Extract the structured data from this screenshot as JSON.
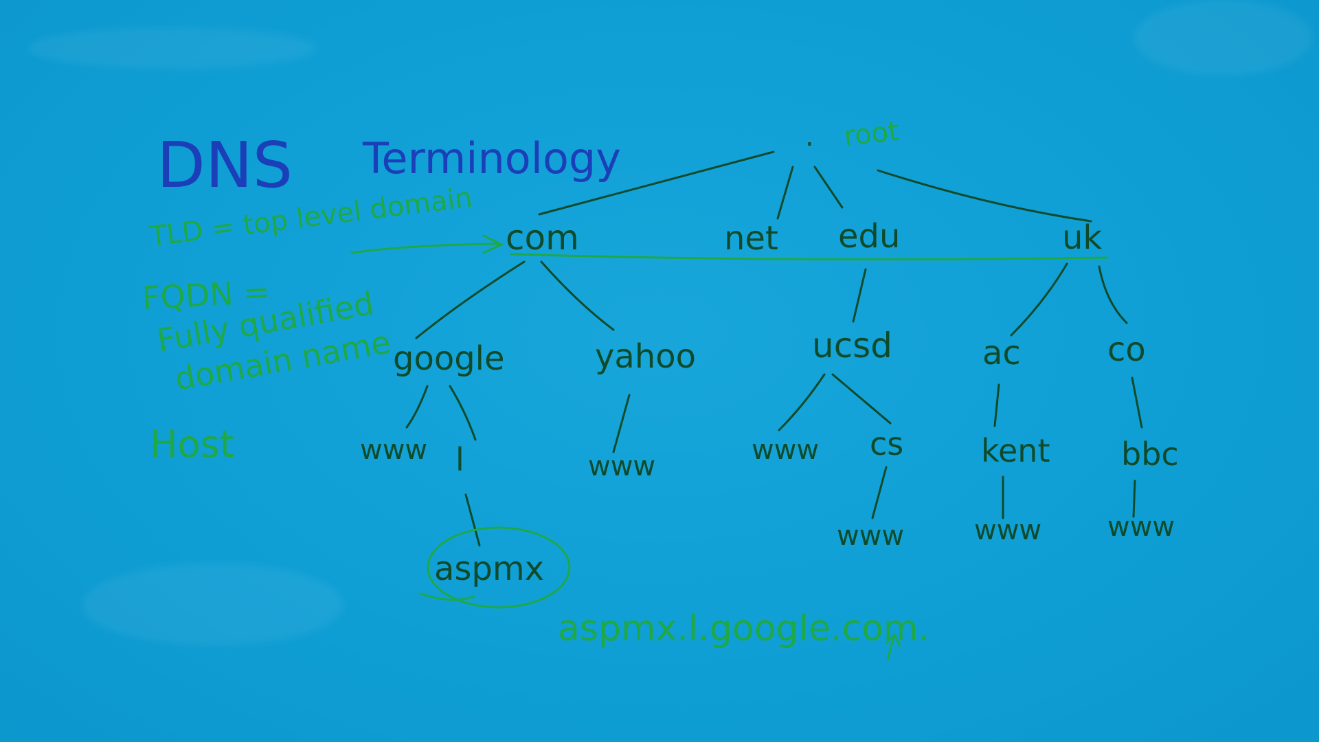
{
  "title": {
    "main": "DNS",
    "sub": "Terminology"
  },
  "notes": {
    "tld": "TLD = top level domain",
    "fqdn_label": "FQDN =",
    "fqdn_line1": "Fully qualified",
    "fqdn_line2": "domain name",
    "host": "Host"
  },
  "tree": {
    "root_dot": ".",
    "root_label": "root",
    "tlds": [
      "com",
      "net",
      "edu",
      "uk"
    ],
    "second_level": [
      "google",
      "yahoo",
      "ucsd",
      "ac",
      "co"
    ],
    "third_level": [
      "www",
      "l",
      "www",
      "www",
      "cs",
      "kent",
      "bbc"
    ],
    "fourth_level": [
      "aspmx",
      "www",
      "www",
      "www"
    ]
  },
  "fqdn_example": "aspmx.l.google.com."
}
